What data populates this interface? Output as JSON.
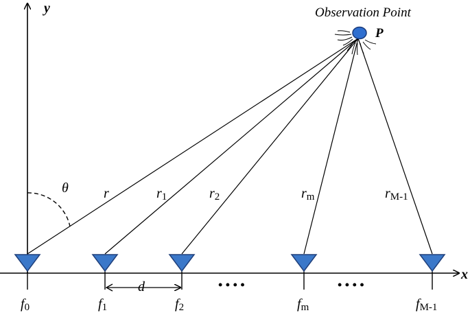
{
  "axes": {
    "x_label": "x",
    "y_label": "y",
    "angle_label": "θ"
  },
  "observation": {
    "title": "Observation Point",
    "label": "P"
  },
  "spacing": {
    "label": "d"
  },
  "ellipsis": {
    "left": "• • • •",
    "right": "• • • •"
  },
  "antennas": [
    {
      "base": "f",
      "sub": "0"
    },
    {
      "base": "f",
      "sub": "1"
    },
    {
      "base": "f",
      "sub": "2"
    },
    {
      "base": "f",
      "sub": "m"
    },
    {
      "base": "f",
      "sub": "M-1"
    }
  ],
  "rays": [
    {
      "base": "r",
      "sub": ""
    },
    {
      "base": "r",
      "sub": "1"
    },
    {
      "base": "r",
      "sub": "2"
    },
    {
      "base": "r",
      "sub": "m"
    },
    {
      "base": "r",
      "sub": "M-1"
    }
  ],
  "colors": {
    "antenna_fill": "#3b78c9",
    "antenna_stroke": "#1f3f7a",
    "point_fill": "#2f6fd0",
    "line": "#000000"
  }
}
